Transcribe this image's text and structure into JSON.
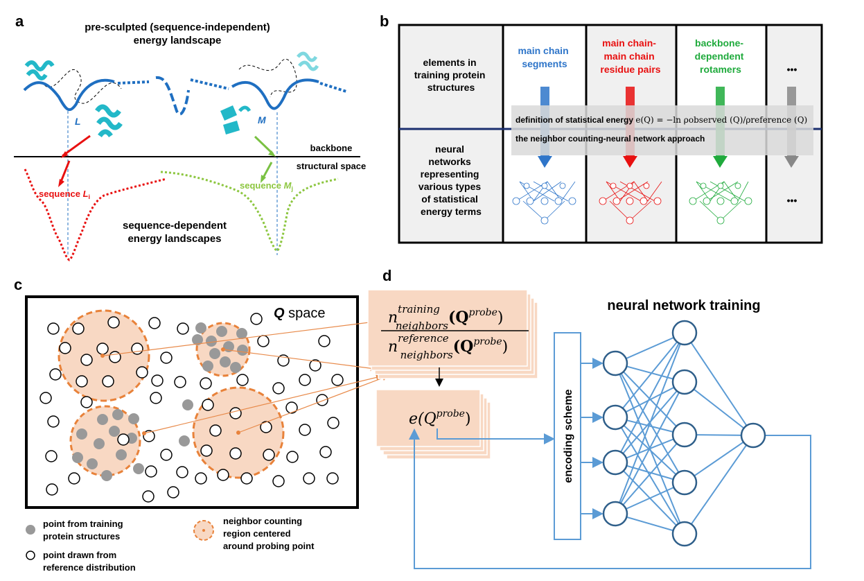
{
  "panel_a": {
    "letter": "a",
    "title_line1": "pre-sculpted (sequence-independent)",
    "title_line2": "energy landscape",
    "min_L": "L",
    "min_M": "M",
    "axis_label_1": "backbone",
    "axis_label_2": "structural space",
    "seq_L": "sequence ",
    "seq_L_var": "L",
    "seq_L_sub": "i",
    "seq_M": "sequence ",
    "seq_M_var": "M",
    "seq_M_sub": "j",
    "bottom_line1": "sequence-dependent",
    "bottom_line2": "energy landscapes"
  },
  "panel_b": {
    "letter": "b",
    "row1_label": [
      "elements in",
      "training protein",
      "structures"
    ],
    "row2_label": [
      "neural",
      "networks",
      "representing",
      "various types",
      "of statistical",
      "energy terms"
    ],
    "col1": [
      "main chain",
      "segments"
    ],
    "col2": [
      "main chain-",
      "main chain",
      "residue pairs"
    ],
    "col3": [
      "backbone-",
      "dependent",
      "rotamers"
    ],
    "col4": "•••",
    "row2_col4": "•••",
    "definition_prefix": "definition of statistical energy ",
    "definition_formula": "e(Q) = −ln ρobserved (Q)/ρreference (Q)",
    "approach": "the neighbor counting-neural network approach",
    "colors": {
      "blue": "#2e75c9",
      "red": "#e81010",
      "green": "#1faa3c",
      "gray": "#888888"
    }
  },
  "panel_c": {
    "letter": "c",
    "space_label": "Q",
    "space_suffix": " space",
    "legend_training": [
      "point from training",
      "protein structures"
    ],
    "legend_reference": [
      "point drawn from",
      "reference distribution"
    ],
    "legend_region": [
      "neighbor counting",
      "region centered",
      "around probing point"
    ]
  },
  "panel_d": {
    "letter": "d",
    "ratio_num": "n",
    "ratio_num_sup": "training",
    "ratio_num_sub": "neighbors",
    "ratio_den_sup": "reference",
    "ratio_den_sub": "neighbors",
    "ratio_arg": "(Q",
    "ratio_arg_sup": "probe",
    "energy": "e(Q",
    "energy_sup": "probe",
    "nn_title": "neural network training",
    "encoding": "encoding scheme",
    "colors": {
      "nn_line": "#5b9bd5",
      "node": "#2f5f8a",
      "box_fill": "#f8d8c3"
    }
  }
}
